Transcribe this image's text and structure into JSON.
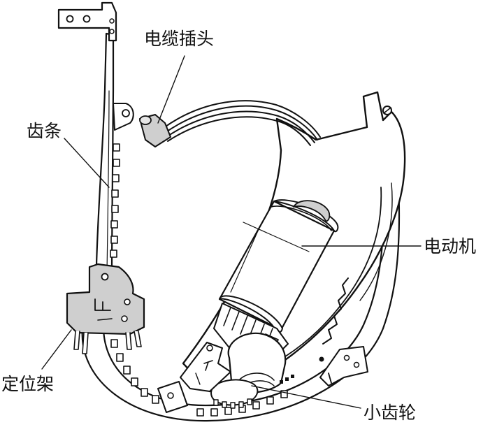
{
  "colors": {
    "line": "#111111",
    "fill": "#ffffff",
    "shade": "#cfcfcf",
    "light_shade": "#e6e6e6",
    "background": "#ffffff"
  },
  "labels": {
    "cable_plug": "电缆插头",
    "rack": "齿条",
    "motor": "电动机",
    "bracket": "定位架",
    "pinion": "小齿轮"
  }
}
